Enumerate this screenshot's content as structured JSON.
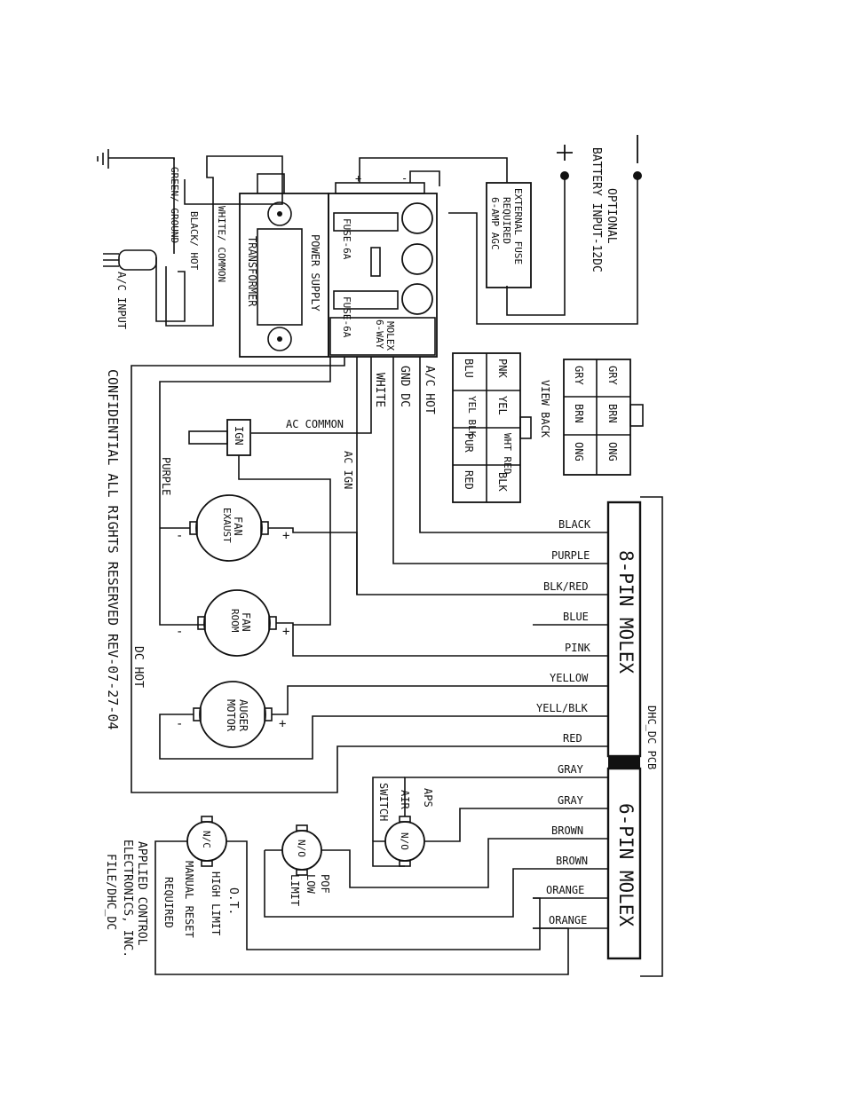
{
  "battery": {
    "line1": "OPTIONAL",
    "line2": "BATTERY INPUT-12DC",
    "plus": "+",
    "minus": "—"
  },
  "external_fuse": {
    "line1": "EXTERNAL FUSE",
    "line2": "REQUIRED",
    "line3": "6-AMP AGC"
  },
  "power_supply": {
    "plus": "+",
    "minus": "-",
    "fuse_a": "FUSE-6A",
    "fuse_b": "FUSE-6A",
    "molex_line1": "MOLEX",
    "molex_line2": "6-WAY",
    "label": "POWER SUPPLY",
    "transformer": "TRANSFORMER"
  },
  "ac_input": {
    "label": "A/C INPUT",
    "green": "GREEN/ GROUND",
    "black": "BLACK/ HOT",
    "white": "WHITE/ COMMON"
  },
  "connector_6pin_view": {
    "row1": [
      "GRY",
      "BRN",
      "ONG"
    ],
    "row2": [
      "GRY",
      "BRN",
      "ONG"
    ],
    "caption": "VIEW BACK"
  },
  "connector_8pin_view": {
    "row1": [
      "PNK",
      "YEL",
      "WHT RED",
      "BLK"
    ],
    "row2": [
      "BLU",
      "YEL BLK",
      "PUR",
      "RED"
    ]
  },
  "ps_wires": {
    "ac_hot": "A/C HOT",
    "gnd_dc": "GND DC",
    "white": "WHITE",
    "ac_common": "AC COMMON",
    "ac_ign": "AC IGN",
    "purple": "PURPLE",
    "dc_hot": "DC HOT"
  },
  "ign": "IGN",
  "components": {
    "fan_exhaust_1": "FAN",
    "fan_exhaust_2": "EXAUST",
    "fan_room_1": "FAN",
    "fan_room_2": "ROOM",
    "auger_1": "AUGER",
    "auger_2": "MOTOR",
    "plus": "+",
    "minus": "-"
  },
  "pcb": {
    "label": "DHC_DC PCB",
    "molex8": "8-PIN MOLEX",
    "molex6": "6-PIN MOLEX"
  },
  "pins8": [
    "BLACK",
    "PURPLE",
    "BLK/RED",
    "BLUE",
    "PINK",
    "YELLOW",
    "YELL/BLK",
    "RED"
  ],
  "pins6": [
    "GRAY",
    "GRAY",
    "BROWN",
    "BROWN",
    "ORANGE",
    "ORANGE"
  ],
  "switches": {
    "aps_1": "APS",
    "aps_2": "AIR",
    "aps_3": "SWITCH",
    "no": "N/O",
    "nc": "N/C",
    "pof_1": "POF",
    "pof_2": "LOW",
    "pof_3": "LIMIT",
    "ot_1": "O.T.",
    "ot_2": "HIGH LIMIT",
    "ot_3": "MANUAL RESET",
    "ot_4": "REQUIRED"
  },
  "footer": {
    "confidential": "CONFIDENTIAL ALL RIGHTS RESERVED REV-07-27-04",
    "company_1": "APPLIED CONTROL",
    "company_2": "ELECTRONICS, INC.",
    "file": "FILE/DHC_DC"
  }
}
